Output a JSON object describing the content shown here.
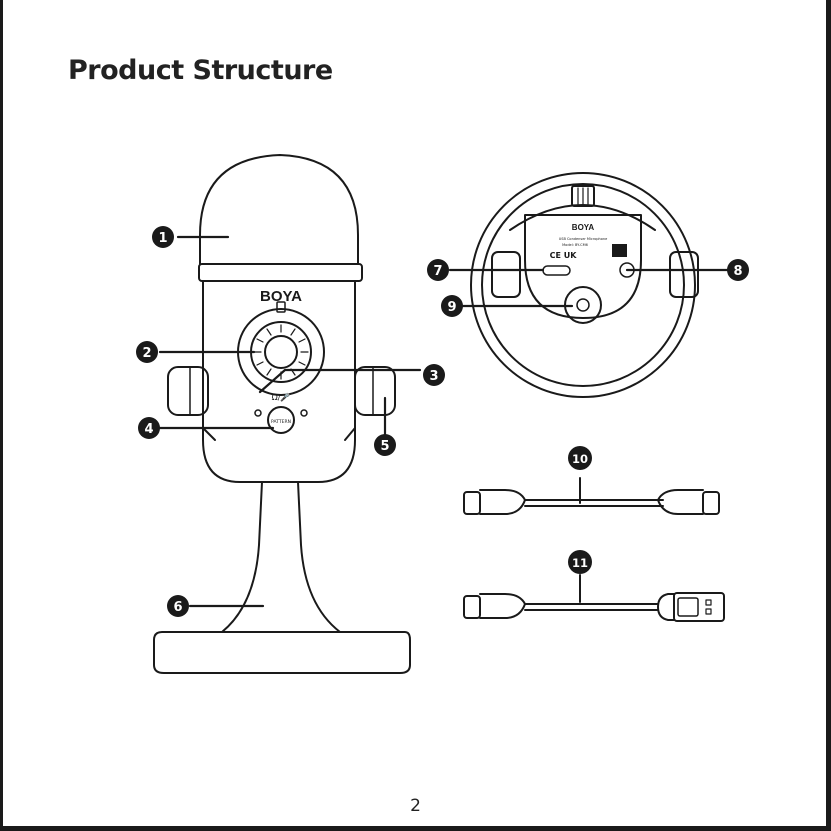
{
  "title": "Product Structure",
  "page_number": "2",
  "callouts": [
    "1",
    "2",
    "3",
    "4",
    "5",
    "6",
    "7",
    "8",
    "9",
    "10",
    "11"
  ],
  "mic_front": {
    "brand": "BOYA",
    "pattern_button": "PATTERN",
    "mode_label": "Ω/🎤"
  },
  "mic_bottom": {
    "brand": "BOYA",
    "model_line": "USB Condenser Microphone",
    "model_number": "Model: BY-CM6",
    "cert_marks": "CE UK"
  },
  "icons": [
    "microphone-front-illustration",
    "microphone-bottom-illustration",
    "usb-c-to-usb-c-cable-icon",
    "usb-c-to-usb-a-cable-icon"
  ]
}
